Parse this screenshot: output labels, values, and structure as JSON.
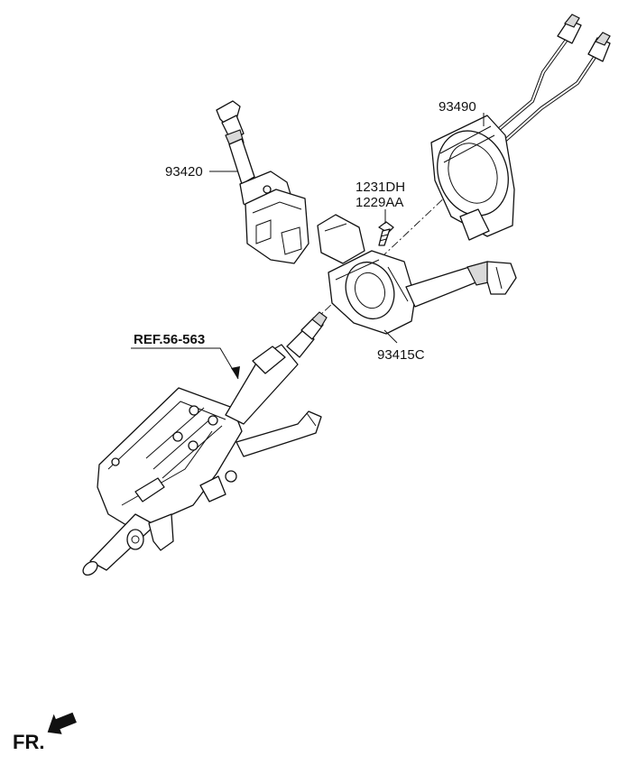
{
  "labels": {
    "clock_spring": "93490",
    "wiper_switch": "93420",
    "screw_a": "1231DH",
    "screw_b": "1229AA",
    "multifunction_switch": "93415C",
    "steering_column_ref": "REF.56-563",
    "front_indicator": "FR."
  }
}
